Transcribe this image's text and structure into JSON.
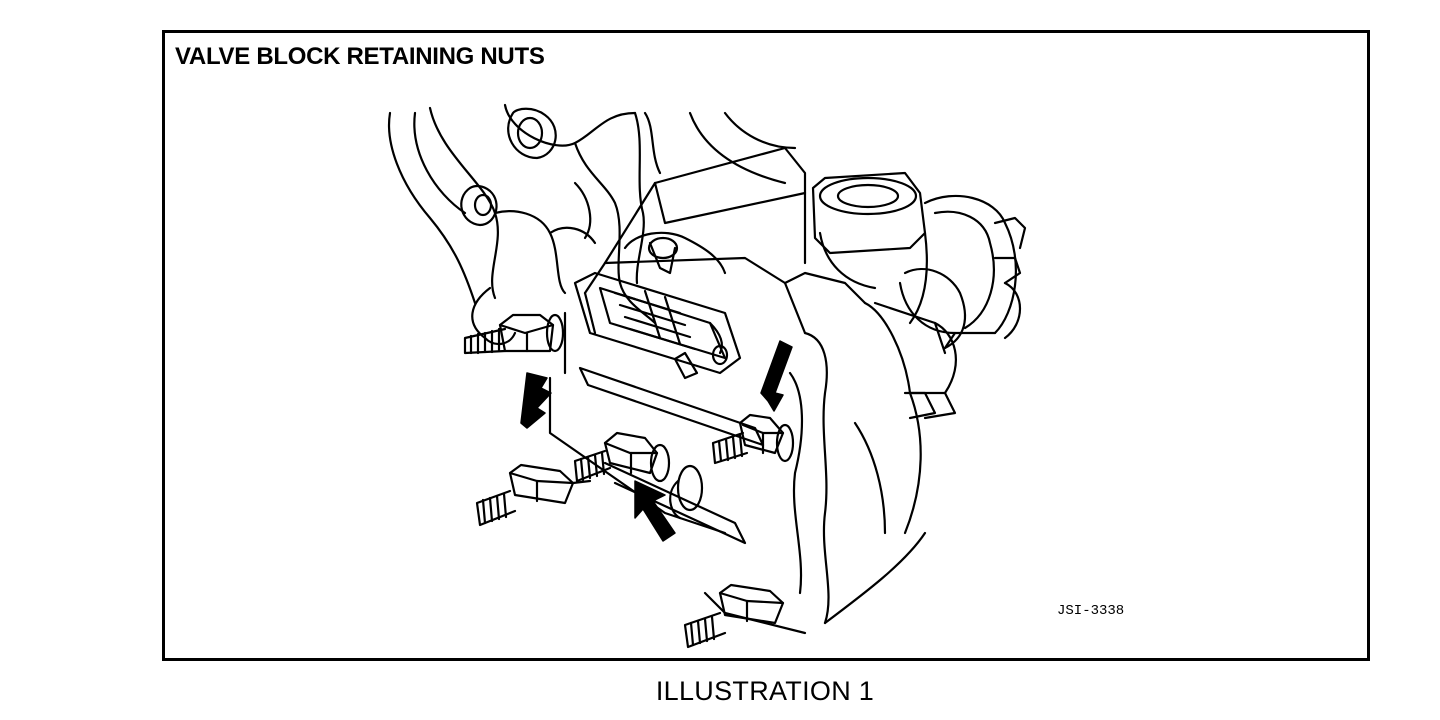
{
  "figure": {
    "title": "VALVE BLOCK RETAINING NUTS",
    "drawing_code": "JSI-3338",
    "caption": "ILLUSTRATION 1",
    "line_color": "#000000",
    "background_color": "#ffffff"
  }
}
